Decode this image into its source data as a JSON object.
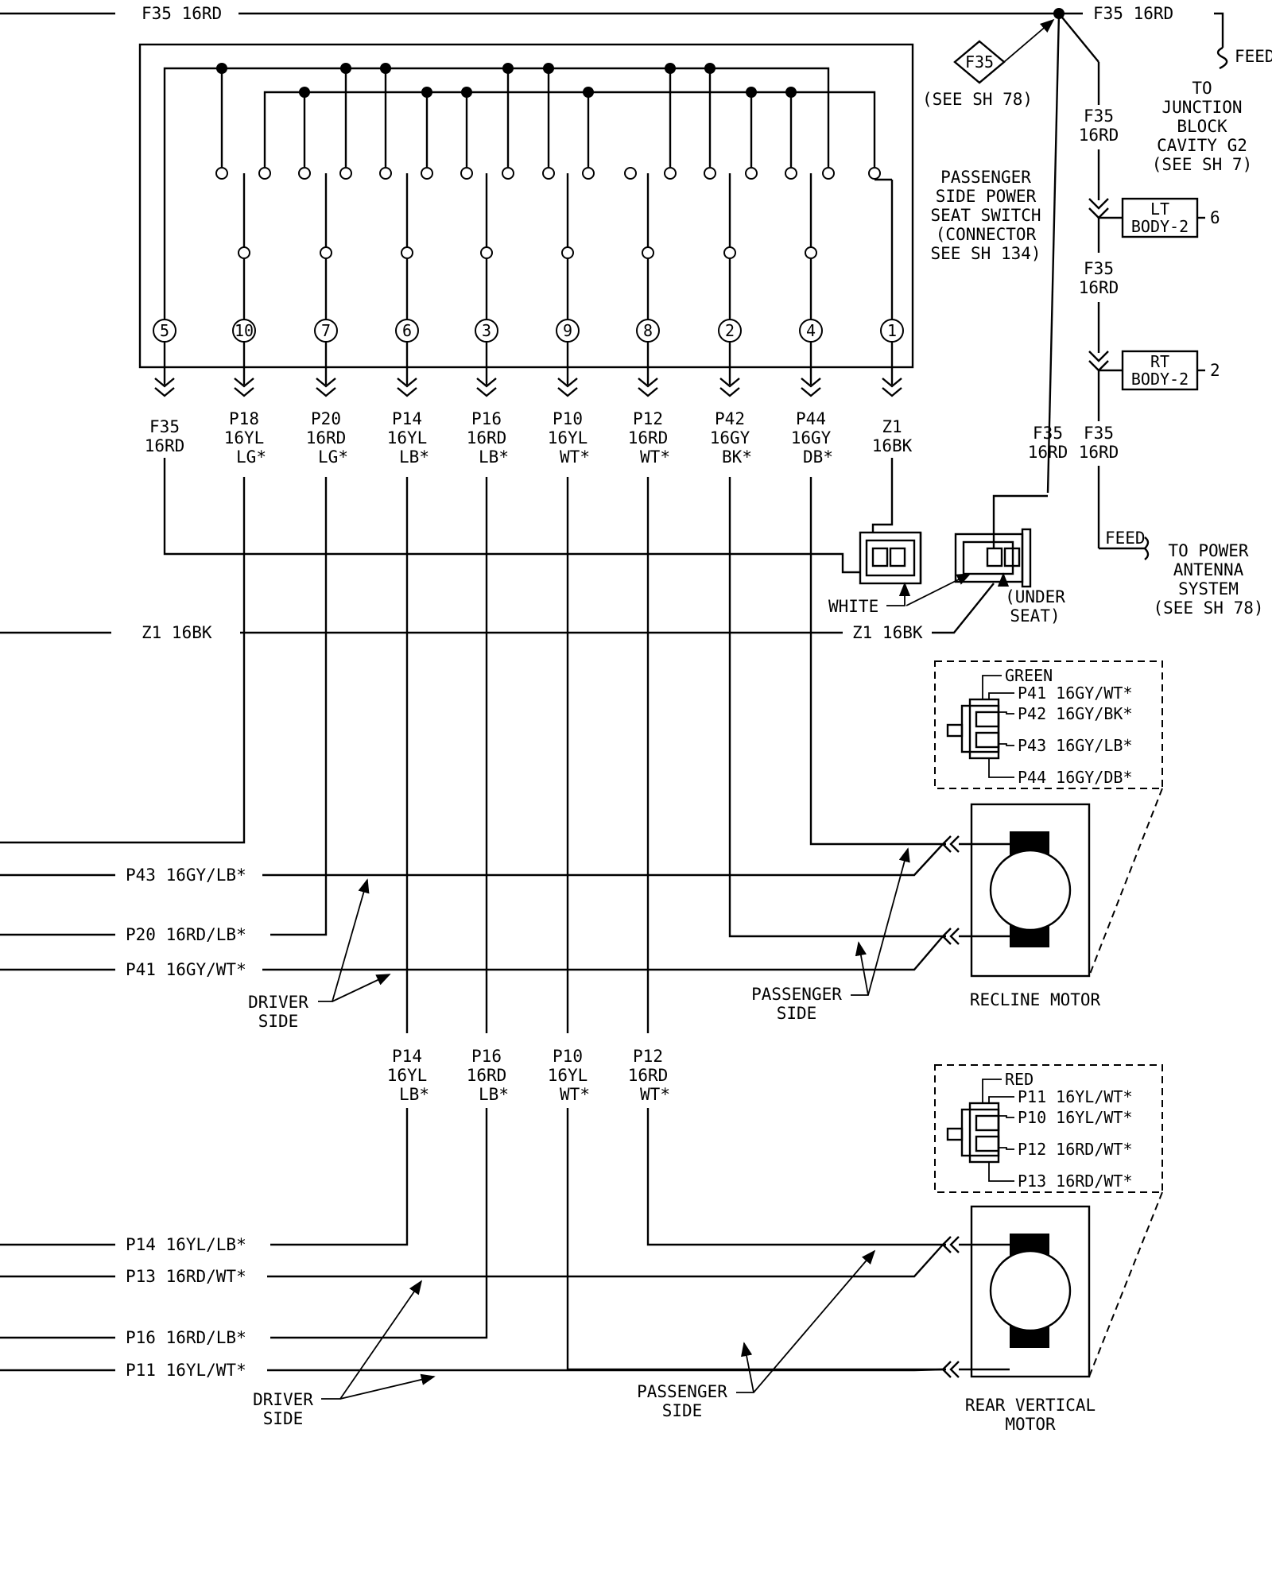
{
  "top_feed": {
    "left_label": "F35 16RD",
    "right_label": "F35 16RD",
    "feed_label": "FEED",
    "destination": [
      "TO",
      "JUNCTION",
      "BLOCK",
      "CAVITY G2",
      "(SEE SH 7)"
    ]
  },
  "f35_reference": {
    "badge": "F35",
    "note": "(SEE SH 78)"
  },
  "right_column": {
    "wire_1": [
      "F35",
      "16RD"
    ],
    "lt_body": {
      "label": [
        "LT",
        "BODY-2"
      ],
      "pin": "6"
    },
    "wire_2": [
      "F35",
      "16RD"
    ],
    "rt_body": {
      "label": [
        "RT",
        "BODY-2"
      ],
      "pin": "2"
    },
    "wire_3": [
      "F35",
      "16RD"
    ],
    "wire_4": [
      "F35",
      "16RD"
    ],
    "feed_label": "FEED",
    "antenna": [
      "TO POWER",
      "ANTENNA",
      "SYSTEM",
      "(SEE SH 78)"
    ]
  },
  "switch": {
    "title": [
      "PASSENGER",
      "SIDE POWER",
      "SEAT SWITCH",
      "(CONNECTOR",
      "SEE SH 134)"
    ],
    "pins": [
      {
        "pin": "5",
        "wire": [
          "F35",
          "16RD"
        ]
      },
      {
        "pin": "10",
        "wire": [
          "P18",
          "16YL",
          "LG*"
        ]
      },
      {
        "pin": "7",
        "wire": [
          "P20",
          "16RD",
          "LG*"
        ]
      },
      {
        "pin": "6",
        "wire": [
          "P14",
          "16YL",
          "LB*"
        ]
      },
      {
        "pin": "3",
        "wire": [
          "P16",
          "16RD",
          "LB*"
        ]
      },
      {
        "pin": "9",
        "wire": [
          "P10",
          "16YL",
          "WT*"
        ]
      },
      {
        "pin": "8",
        "wire": [
          "P12",
          "16RD",
          "WT*"
        ]
      },
      {
        "pin": "2",
        "wire": [
          "P42",
          "16GY",
          "BK*"
        ]
      },
      {
        "pin": "4",
        "wire": [
          "P44",
          "16GY",
          "DB*"
        ]
      },
      {
        "pin": "1",
        "wire": [
          "Z1",
          "16BK"
        ]
      }
    ]
  },
  "under_seat": {
    "white_label": "WHITE",
    "under_seat_label": [
      "(UNDER",
      "SEAT)"
    ],
    "z1_left": "Z1 16BK",
    "z1_right": "Z1 16BK"
  },
  "recline_connector": {
    "color": "GREEN",
    "pins": [
      "P41 16GY/WT*",
      "P42 16GY/BK*",
      "P43 16GY/LB*",
      "P44 16GY/DB*"
    ]
  },
  "recline_motor": {
    "label": "RECLINE MOTOR",
    "wires": [
      "P43 16GY/LB*",
      "P20 16RD/LB*",
      "P41 16GY/WT*"
    ],
    "driver_side": [
      "DRIVER",
      "SIDE"
    ],
    "passenger_side": [
      "PASSENGER",
      "SIDE"
    ]
  },
  "mid_labels": [
    [
      "P14",
      "16YL",
      "LB*"
    ],
    [
      "P16",
      "16RD",
      "LB*"
    ],
    [
      "P10",
      "16YL",
      "WT*"
    ],
    [
      "P12",
      "16RD",
      "WT*"
    ]
  ],
  "vertical_connector": {
    "color": "RED",
    "pins": [
      "P11 16YL/WT*",
      "P10 16YL/WT*",
      "P12 16RD/WT*",
      "P13 16RD/WT*"
    ]
  },
  "vertical_motor": {
    "label": [
      "REAR VERTICAL",
      "MOTOR"
    ],
    "wires": [
      "P14 16YL/LB*",
      "P13 16RD/WT*",
      "P16 16RD/LB*",
      "P11 16YL/WT*"
    ],
    "driver_side": [
      "DRIVER",
      "SIDE"
    ],
    "passenger_side": [
      "PASSENGER",
      "SIDE"
    ]
  }
}
